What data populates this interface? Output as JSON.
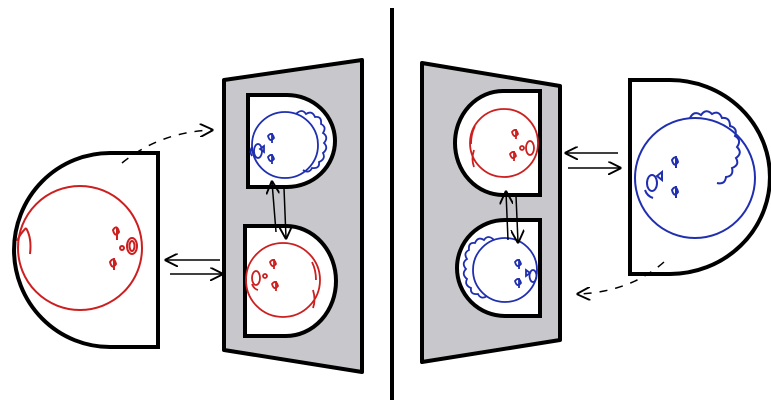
{
  "colors": {
    "outline": "#000000",
    "panel_fill": "#c8c8cc",
    "shape_fill": "#ffffff",
    "red_figure": "#cc1f1f",
    "blue_figure": "#1f2fb0"
  },
  "figures": {
    "left_panel": [
      "blue-curly-figure",
      "red-figure"
    ],
    "left_outside": "red-figure",
    "right_panel": [
      "red-figure",
      "blue-curly-figure"
    ],
    "right_outside": "blue-curly-figure"
  }
}
